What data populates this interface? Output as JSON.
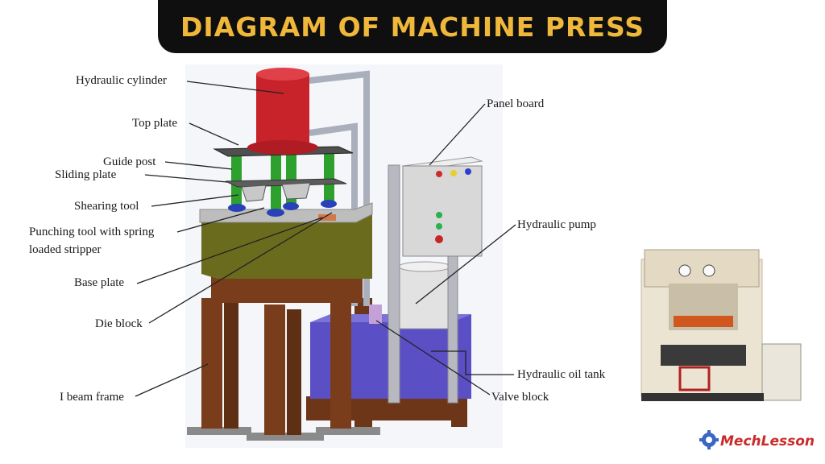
{
  "title": "Diagram of Machine Press",
  "labels": {
    "hydraulic_cylinder": "Hydraulic cylinder",
    "top_plate": "Top plate",
    "guide_post": "Guide post",
    "sliding_plate": "Sliding plate",
    "shearing_tool": "Shearing tool",
    "punching_tool_line1": "Punching tool with spring",
    "punching_tool_line2": "loaded stripper",
    "base_plate": "Base plate",
    "die_block": "Die block",
    "i_beam_frame": "I beam frame",
    "panel_board": "Panel board",
    "hydraulic_pump": "Hydraulic pump",
    "hydraulic_oil_tank": "Hydraulic oil tank",
    "valve_block": "Valve block"
  },
  "brand": {
    "name": "MechLesson",
    "color": "#cc2a2a"
  },
  "colors": {
    "cylinder": "#c8232b",
    "guide_post": "#2ea02e",
    "die_block": "#6b6b1e",
    "frame": "#7a3d1b",
    "tank": "#5a4fc4",
    "panel": "#d8d8d8",
    "title_text": "#f0b83a"
  }
}
